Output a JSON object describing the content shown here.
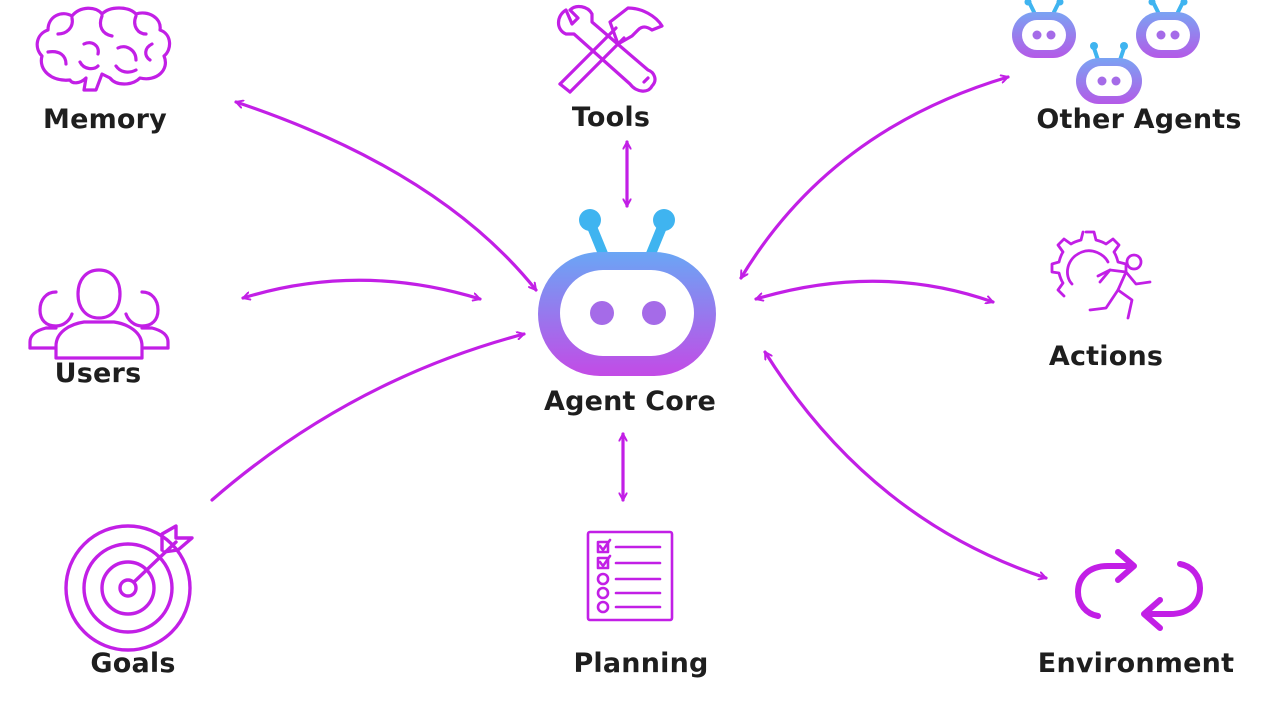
{
  "nodes": {
    "memory": {
      "label": "Memory",
      "icon": "brain-icon"
    },
    "tools": {
      "label": "Tools",
      "icon": "wrench-hammer-icon"
    },
    "other_agents": {
      "label": "Other Agents",
      "icon": "robot-group-icon"
    },
    "users": {
      "label": "Users",
      "icon": "users-group-icon"
    },
    "agent_core": {
      "label": "Agent Core",
      "icon": "robot-head-icon"
    },
    "actions": {
      "label": "Actions",
      "icon": "gear-runner-icon"
    },
    "goals": {
      "label": "Goals",
      "icon": "target-arrow-icon"
    },
    "planning": {
      "label": "Planning",
      "icon": "checklist-icon"
    },
    "environment": {
      "label": "Environment",
      "icon": "cycle-arrows-icon"
    }
  },
  "colors": {
    "accent": "#c21fe6",
    "core_gradient_top": "#6aa6f5",
    "core_gradient_bottom": "#c34be6",
    "antenna": "#3fb4f0",
    "eyes": "#a56be8",
    "text": "#1e1e1e"
  }
}
